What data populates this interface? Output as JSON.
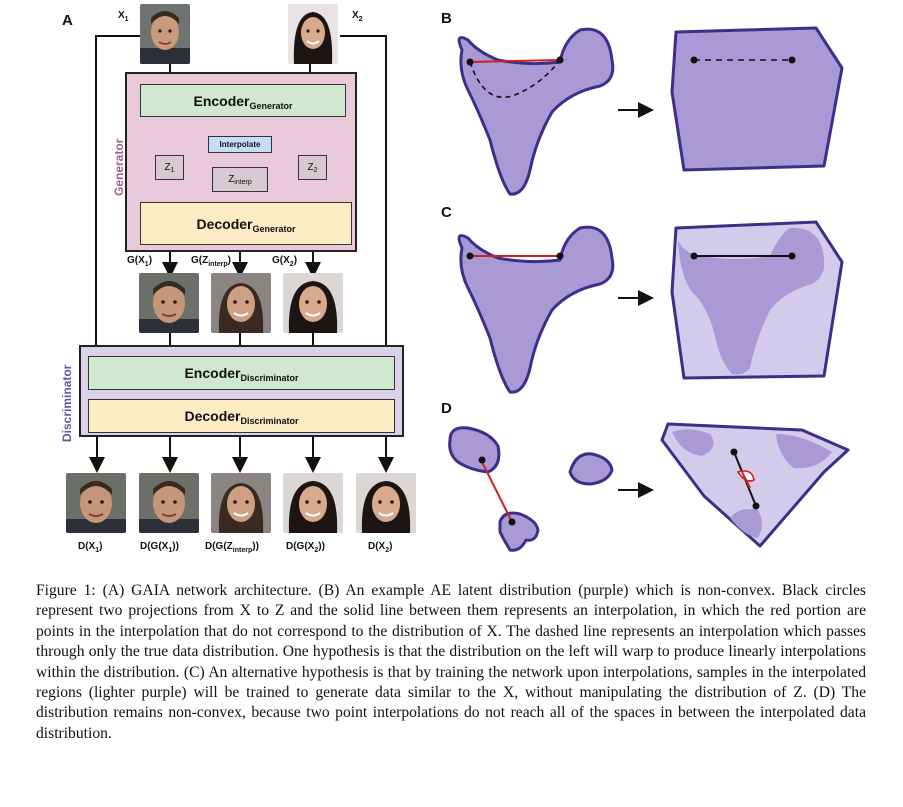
{
  "panel_a": {
    "letter": "A",
    "input_labels": [
      "X",
      "X"
    ],
    "input_subs": [
      "1",
      "2"
    ],
    "generator_label": "Generator",
    "discriminator_label": "Discriminator",
    "encoder_gen": "Encoder",
    "encoder_gen_sub": "Generator",
    "decoder_gen": "Decoder",
    "decoder_gen_sub": "Generator",
    "encoder_disc": "Encoder",
    "encoder_disc_sub": "Discriminator",
    "decoder_disc": "Decoder",
    "decoder_disc_sub": "Discriminator",
    "interpolate": "Interpolate",
    "z1": "Z",
    "z1_sub": "1",
    "z2": "Z",
    "z2_sub": "2",
    "zinterp": "Z",
    "zinterp_sub": "interp",
    "gen_outputs": [
      {
        "main": "G(X",
        "sub": "1",
        "end": ")"
      },
      {
        "main": "G(Z",
        "sub": "interp",
        "end": ")"
      },
      {
        "main": "G(X",
        "sub": "2",
        "end": ")"
      }
    ],
    "disc_outputs": [
      {
        "main": "D(X",
        "sub": "1",
        "end": ")"
      },
      {
        "main": "D(G(X",
        "sub": "1",
        "end": "))"
      },
      {
        "main": "D(G(Z",
        "sub": "interp",
        "end": "))"
      },
      {
        "main": "D(G(X",
        "sub": "2",
        "end": "))"
      },
      {
        "main": "D(X",
        "sub": "2",
        "end": ")"
      }
    ]
  },
  "panel_b": {
    "letter": "B"
  },
  "panel_c": {
    "letter": "C"
  },
  "panel_d": {
    "letter": "D"
  },
  "colors": {
    "generator_bg": "#e9c9da",
    "discriminator_bg": "#d9d2ea",
    "encoder_fill": "#cfe8cf",
    "decoder_fill": "#fbecc4",
    "interpolate_fill": "#c6def5",
    "blob_fill": "#a99ad6",
    "blob_stroke": "#3c2f8a",
    "blob_light": "#d3cbec",
    "red_line": "#cc2222"
  },
  "caption": "Figure 1: (A) GAIA network architecture. (B) An example AE latent distribution (purple) which is non-convex. Black circles represent two projections from X to Z and the solid line between them represents an interpolation, in which the red portion are points in the interpolation that do not correspond to the distribution of X. The dashed line represents an interpolation which passes through only the true data distribution. One hypothesis is that the distribution on the left will warp to produce linearly interpolations within the distribution. (C) An alternative hypothesis is that by training the network upon interpolations, samples in the interpolated regions (lighter purple) will be trained to generate data similar to the X, without manipulating the distribution of Z. (D) The distribution remains non-convex, because two point interpolations do not reach all of the spaces in between the interpolated data distribution."
}
